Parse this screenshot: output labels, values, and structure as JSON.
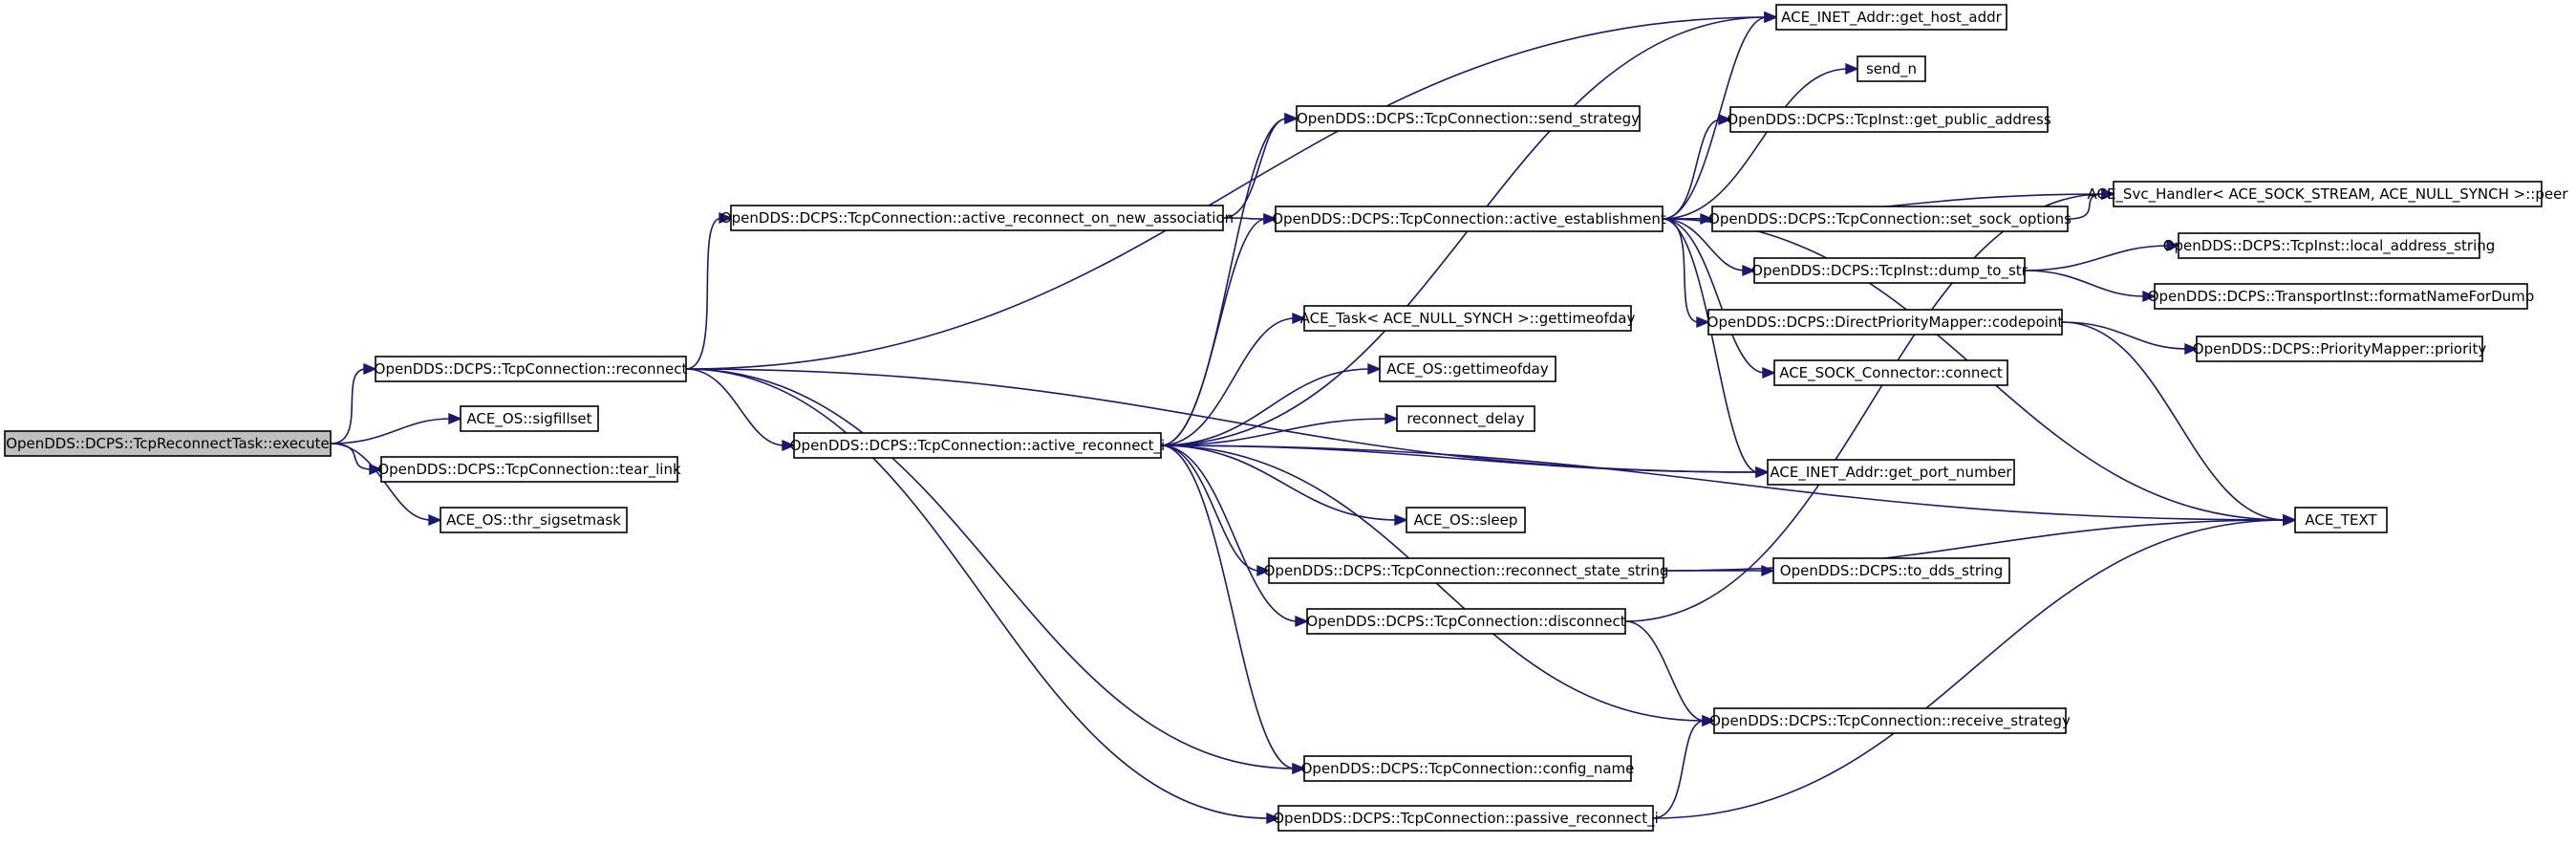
{
  "diagram": {
    "nodes": [
      {
        "id": "execute",
        "label": "OpenDDS::DCPS::TcpReconnectTask::execute",
        "root": true
      },
      {
        "id": "reconnect",
        "label": "OpenDDS::DCPS::TcpConnection::reconnect"
      },
      {
        "id": "sigfillset",
        "label": "ACE_OS::sigfillset"
      },
      {
        "id": "tear_link",
        "label": "OpenDDS::DCPS::TcpConnection::tear_link"
      },
      {
        "id": "thr_sigsetmask",
        "label": "ACE_OS::thr_sigsetmask"
      },
      {
        "id": "arona",
        "label": "OpenDDS::DCPS::TcpConnection::active_reconnect_on_new_association"
      },
      {
        "id": "ari",
        "label": "OpenDDS::DCPS::TcpConnection::active_reconnect_i"
      },
      {
        "id": "send_strategy",
        "label": "OpenDDS::DCPS::TcpConnection::send_strategy"
      },
      {
        "id": "active_est",
        "label": "OpenDDS::DCPS::TcpConnection::active_establishment"
      },
      {
        "id": "task_gtod",
        "label": "ACE_Task< ACE_NULL_SYNCH >::gettimeofday"
      },
      {
        "id": "os_gtod",
        "label": "ACE_OS::gettimeofday"
      },
      {
        "id": "reconnect_delay",
        "label": "reconnect_delay"
      },
      {
        "id": "sleep",
        "label": "ACE_OS::sleep"
      },
      {
        "id": "rss",
        "label": "OpenDDS::DCPS::TcpConnection::reconnect_state_string"
      },
      {
        "id": "disconnect",
        "label": "OpenDDS::DCPS::TcpConnection::disconnect"
      },
      {
        "id": "config_name",
        "label": "OpenDDS::DCPS::TcpConnection::config_name"
      },
      {
        "id": "pri",
        "label": "OpenDDS::DCPS::TcpConnection::passive_reconnect_i"
      },
      {
        "id": "get_host_addr",
        "label": "ACE_INET_Addr::get_host_addr"
      },
      {
        "id": "send_n",
        "label": "send_n"
      },
      {
        "id": "get_public_address",
        "label": "OpenDDS::DCPS::TcpInst::get_public_address"
      },
      {
        "id": "set_sock_options",
        "label": "OpenDDS::DCPS::TcpConnection::set_sock_options"
      },
      {
        "id": "dump_to_str",
        "label": "OpenDDS::DCPS::TcpInst::dump_to_str"
      },
      {
        "id": "codepoint",
        "label": "OpenDDS::DCPS::DirectPriorityMapper::codepoint"
      },
      {
        "id": "sock_connect",
        "label": "ACE_SOCK_Connector::connect"
      },
      {
        "id": "get_port_number",
        "label": "ACE_INET_Addr::get_port_number"
      },
      {
        "id": "to_dds_string",
        "label": "OpenDDS::DCPS::to_dds_string"
      },
      {
        "id": "receive_strategy",
        "label": "OpenDDS::DCPS::TcpConnection::receive_strategy"
      },
      {
        "id": "peer",
        "label": "ACE_Svc_Handler< ACE_SOCK_STREAM, ACE_NULL_SYNCH >::peer"
      },
      {
        "id": "local_address_string",
        "label": "OpenDDS::DCPS::TcpInst::local_address_string"
      },
      {
        "id": "formatNameForDump",
        "label": "OpenDDS::DCPS::TransportInst::formatNameForDump"
      },
      {
        "id": "priority",
        "label": "OpenDDS::DCPS::PriorityMapper::priority"
      },
      {
        "id": "ace_text",
        "label": "ACE_TEXT"
      }
    ],
    "edges": [
      [
        "execute",
        "reconnect"
      ],
      [
        "execute",
        "sigfillset"
      ],
      [
        "execute",
        "tear_link"
      ],
      [
        "execute",
        "thr_sigsetmask"
      ],
      [
        "reconnect",
        "get_host_addr"
      ],
      [
        "reconnect",
        "arona"
      ],
      [
        "reconnect",
        "get_port_number"
      ],
      [
        "reconnect",
        "ari"
      ],
      [
        "reconnect",
        "config_name"
      ],
      [
        "reconnect",
        "pri"
      ],
      [
        "arona",
        "send_strategy"
      ],
      [
        "arona",
        "active_est"
      ],
      [
        "ari",
        "send_strategy"
      ],
      [
        "ari",
        "get_host_addr"
      ],
      [
        "ari",
        "active_est"
      ],
      [
        "ari",
        "task_gtod"
      ],
      [
        "ari",
        "os_gtod"
      ],
      [
        "ari",
        "reconnect_delay"
      ],
      [
        "ari",
        "get_port_number"
      ],
      [
        "ari",
        "sleep"
      ],
      [
        "ari",
        "rss"
      ],
      [
        "ari",
        "disconnect"
      ],
      [
        "ari",
        "ace_text"
      ],
      [
        "ari",
        "receive_strategy"
      ],
      [
        "ari",
        "config_name"
      ],
      [
        "active_est",
        "get_host_addr"
      ],
      [
        "active_est",
        "send_n"
      ],
      [
        "active_est",
        "get_public_address"
      ],
      [
        "active_est",
        "peer"
      ],
      [
        "active_est",
        "set_sock_options"
      ],
      [
        "active_est",
        "dump_to_str"
      ],
      [
        "active_est",
        "codepoint"
      ],
      [
        "active_est",
        "sock_connect"
      ],
      [
        "active_est",
        "get_port_number"
      ],
      [
        "active_est",
        "ace_text"
      ],
      [
        "set_sock_options",
        "peer"
      ],
      [
        "dump_to_str",
        "local_address_string"
      ],
      [
        "dump_to_str",
        "formatNameForDump"
      ],
      [
        "codepoint",
        "priority"
      ],
      [
        "codepoint",
        "ace_text"
      ],
      [
        "rss",
        "to_dds_string"
      ],
      [
        "rss",
        "ace_text"
      ],
      [
        "disconnect",
        "peer"
      ],
      [
        "disconnect",
        "receive_strategy"
      ],
      [
        "pri",
        "receive_strategy"
      ],
      [
        "pri",
        "ace_text"
      ]
    ]
  }
}
